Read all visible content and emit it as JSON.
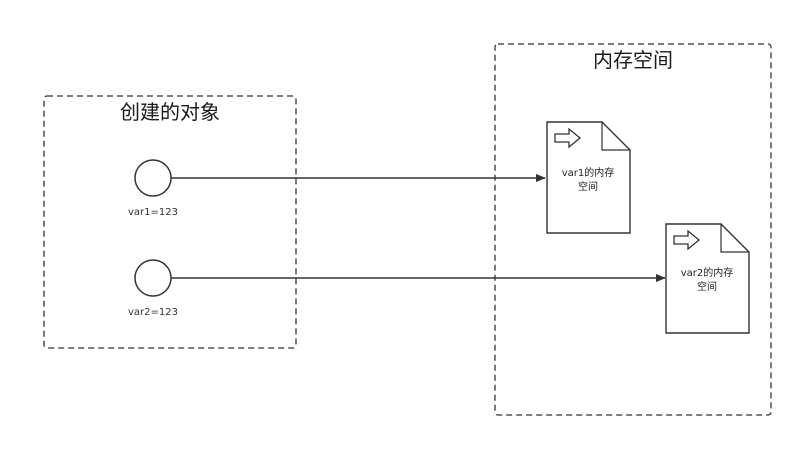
{
  "groups": {
    "objects": {
      "title": "创建的对象"
    },
    "memory": {
      "title": "内存空间"
    }
  },
  "variables": [
    {
      "label": "var1=123"
    },
    {
      "label": "var2=123"
    }
  ],
  "memory_blocks": [
    {
      "line1": "var1的内存",
      "line2": "空间"
    },
    {
      "line1": "var2的内存",
      "line2": "空间"
    }
  ],
  "icons": {
    "variable": "circle-node-icon",
    "memory": "document-icon",
    "document_mark": "arrow-right-outline-icon"
  },
  "colors": {
    "stroke": "#333333",
    "dashed_border": "#333333",
    "fill": "#ffffff"
  }
}
